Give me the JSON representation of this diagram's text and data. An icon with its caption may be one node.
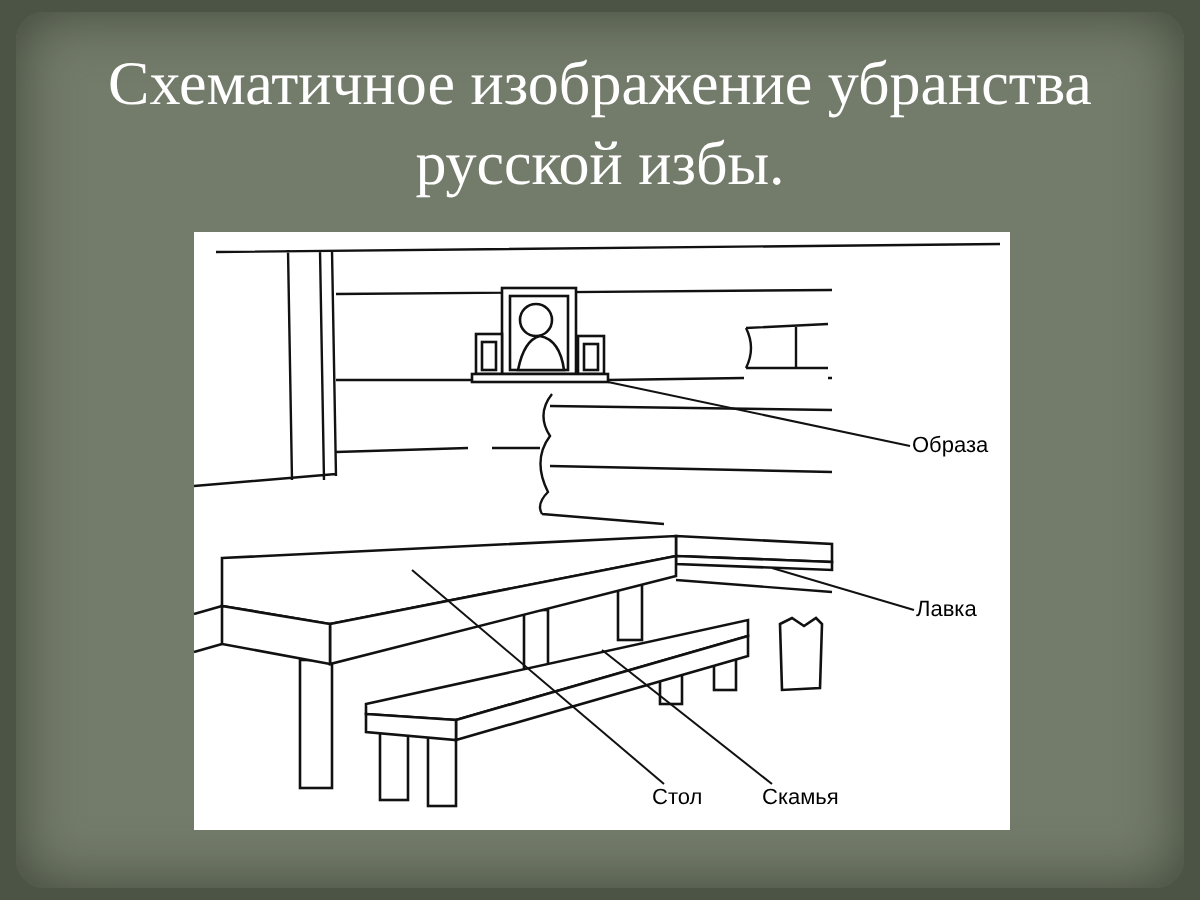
{
  "diagram": {
    "title": "Схематичное изображение убранства русской избы.",
    "nodes": [
      {
        "text": [
          "Образа"
        ]
      },
      {
        "text": [
          "Лавка"
        ]
      },
      {
        "text": [
          "Стол"
        ]
      },
      {
        "text": [
          "Скамья"
        ]
      },
      {
        "text": [],
        "shape": "picture"
      },
      {
        "text": [],
        "shape": "bar"
      },
      {
        "text": [],
        "shape": "box"
      },
      {
        "text": [],
        "shape": "bar"
      }
    ],
    "edges": [
      {
        "from": 0,
        "to": 4,
        "arrow": "none"
      },
      {
        "from": 1,
        "to": 5,
        "arrow": "none"
      },
      {
        "from": 2,
        "to": 6,
        "arrow": "none"
      },
      {
        "from": 3,
        "to": 7,
        "arrow": "none"
      }
    ]
  }
}
